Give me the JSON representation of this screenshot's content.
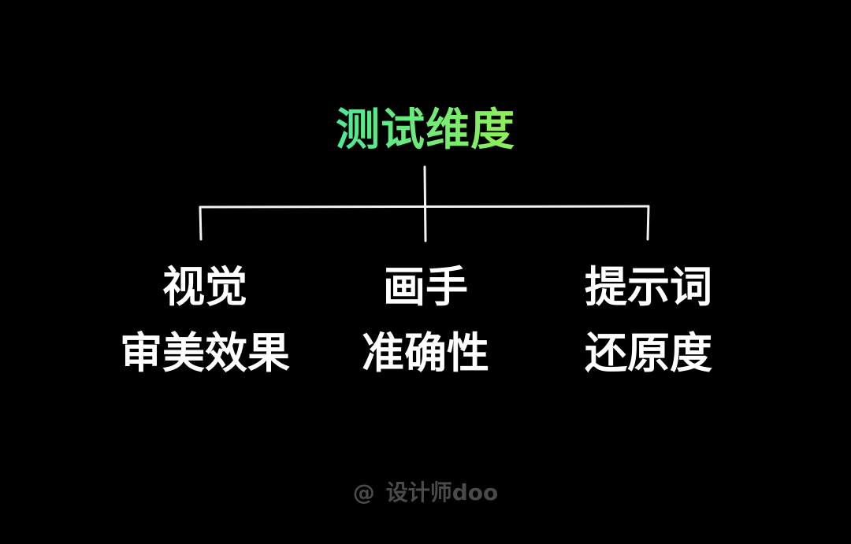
{
  "diagram": {
    "root": {
      "label": "测试维度"
    },
    "branches": [
      {
        "line1": "视觉",
        "line2": "审美效果"
      },
      {
        "line1": "画手",
        "line2": "准确性"
      },
      {
        "line1": "提示词",
        "line2": "还原度"
      }
    ]
  },
  "watermark": {
    "at": "@",
    "author": "设计师doo"
  },
  "colors": {
    "background": "#000000",
    "text": "#ffffff",
    "connector": "#f2f2f2",
    "watermark": "#4a4a4a",
    "title_gradient": [
      "#27c6f2",
      "#3fe6a4",
      "#9ef04a",
      "#f3e23a"
    ]
  }
}
